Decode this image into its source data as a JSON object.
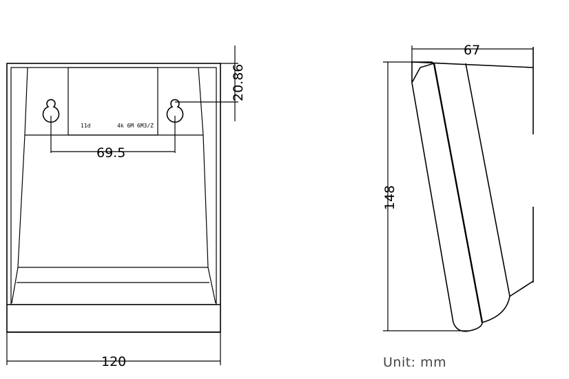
{
  "dimensions": {
    "width": "120",
    "hole_spacing": "69.5",
    "hole_offset": "20.86",
    "depth": "67",
    "height": "148"
  },
  "label_marks": {
    "left": "11d",
    "right": "4k 6M 6M3/Z"
  },
  "unit": {
    "label": "Unit:",
    "value": "mm"
  }
}
